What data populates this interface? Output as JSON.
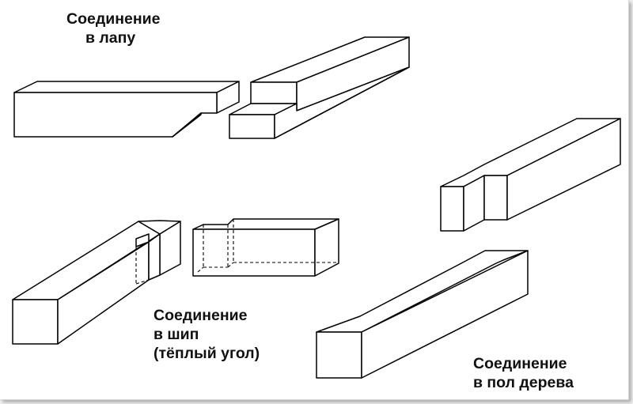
{
  "labels": {
    "lap_joint": {
      "line1": "Соединение",
      "line2": "в лапу"
    },
    "tenon_joint": {
      "line1": "Соединение",
      "line2": "в шип",
      "line3": "(тёплый угол)"
    },
    "half_timber_joint": {
      "line1": "Соединение",
      "line2": "в пол дерева"
    }
  },
  "colors": {
    "background": "#ffffff",
    "stroke": "#000000",
    "text": "#111111"
  }
}
